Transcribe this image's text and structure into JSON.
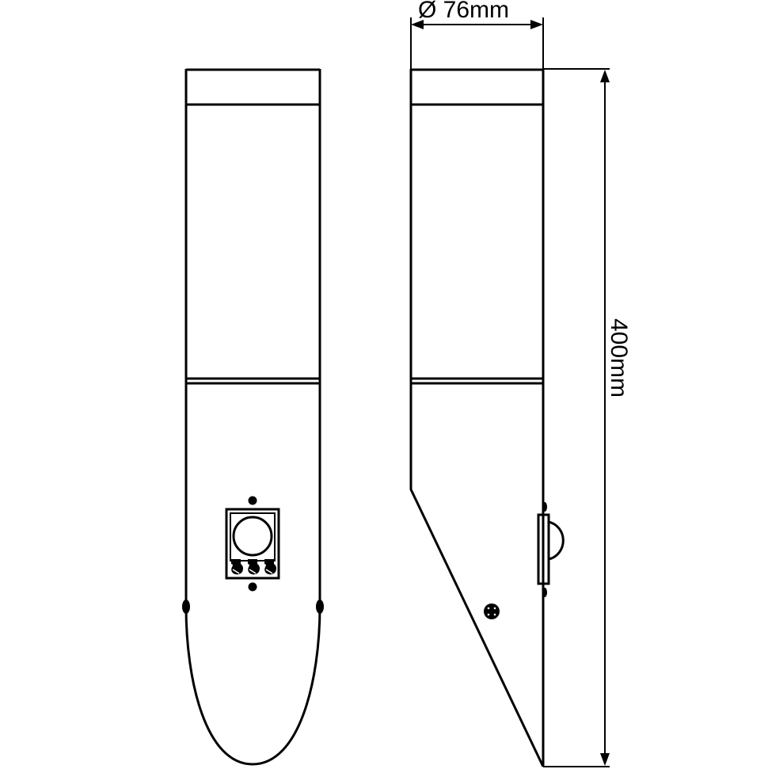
{
  "drawing": {
    "title": "Outdoor wall lamp with motion sensor - dimension drawing",
    "views": [
      "front-view",
      "side-view"
    ],
    "colors": {
      "line": "#000000",
      "background": "#ffffff"
    }
  },
  "dimensions": {
    "diameter": {
      "label": "Ø 76mm",
      "value": 76,
      "unit": "mm"
    },
    "height": {
      "label": "400mm",
      "value": 400,
      "unit": "mm"
    }
  },
  "front_view": {
    "parts": [
      "top-cap",
      "glass-diffuser",
      "separator-band",
      "body",
      "pir-sensor-module",
      "adjustment-screws",
      "mounting-screws",
      "rounded-bottom"
    ],
    "sensor_screws": 3
  },
  "side_view": {
    "parts": [
      "top-cap",
      "glass-diffuser",
      "separator-band",
      "angled-body",
      "pir-sensor-dome",
      "side-screw"
    ]
  }
}
